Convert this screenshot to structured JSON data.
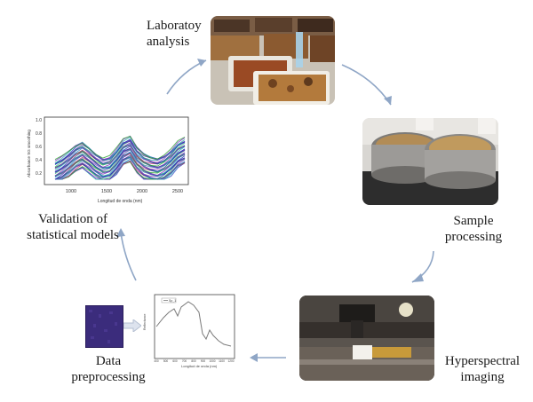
{
  "steps": {
    "laboratory": "Laboratoy\nanalysis",
    "sample": "Sample\nprocessing",
    "hyperspectral": "Hyperspectral\nimaging",
    "preprocessing": "Data\npreprocessing",
    "validation": "Validation of\nstatistical models"
  },
  "validation_chart": {
    "ylabel": "Absorbance SG smoothing",
    "xlabel": "Longitud de onda (nm)",
    "xticks": [
      "1000",
      "1500",
      "2000",
      "2500"
    ],
    "yticks": [
      "1.0",
      "0.8",
      "0.6",
      "0.4",
      "0.2"
    ]
  },
  "preprocessing_chart": {
    "ylabel": "Reflectance",
    "xlabel": "Longitud de onda (nm)",
    "legend": "Sp_1",
    "xticks": [
      "400",
      "500",
      "600",
      "700",
      "800",
      "900",
      "1000",
      "1100",
      "1200"
    ]
  },
  "colors": {
    "arrow": "#8fa6c6",
    "cube": "#3a2a7a"
  }
}
